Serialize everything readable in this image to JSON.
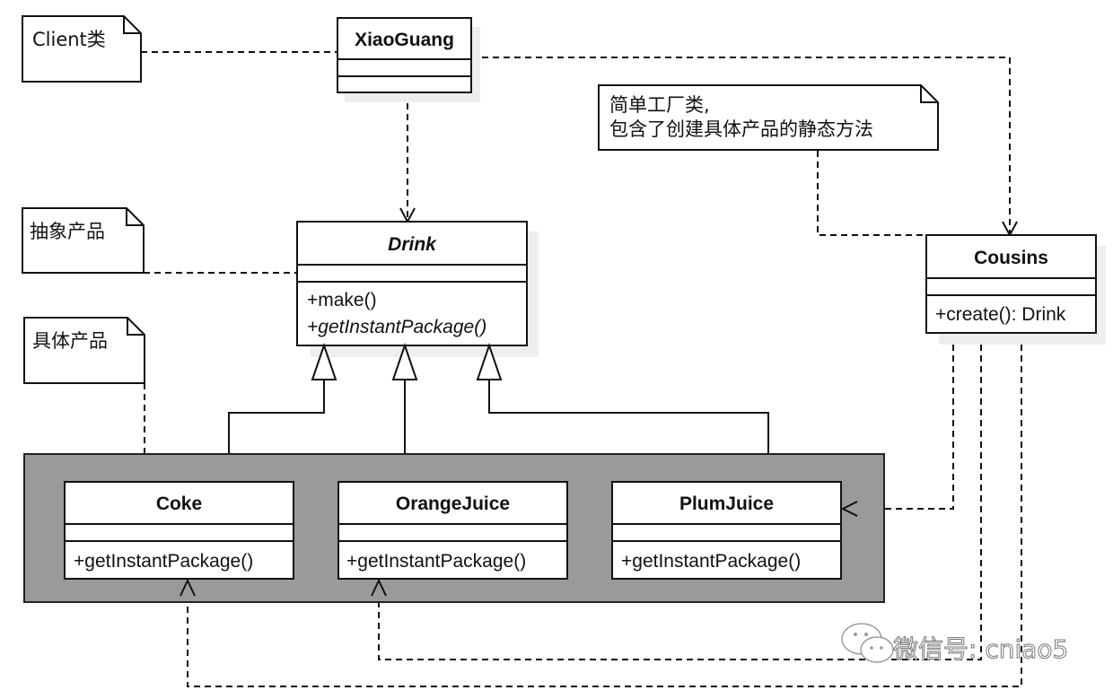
{
  "diagram": {
    "type": "uml-class-diagram",
    "colors": {
      "line": "#111111",
      "box_fill": "#ffffff",
      "group_fill": "#9a9a9a",
      "shadow": "#eeeeee"
    },
    "notes": {
      "client": "Client类",
      "abstract_product": "抽象产品",
      "concrete_product": "具体产品",
      "factory_line1": "简单工厂类,",
      "factory_line2": "包含了创建具体产品的静态方法"
    },
    "classes": {
      "xiaoguang": {
        "name": "XiaoGuang",
        "operations": []
      },
      "drink": {
        "name": "Drink",
        "abstract": true,
        "operations": [
          "+make()",
          "+getInstantPackage()"
        ]
      },
      "cousins": {
        "name": "Cousins",
        "operations": [
          "+create(): Drink"
        ]
      },
      "coke": {
        "name": "Coke",
        "operations": [
          "+getInstantPackage()"
        ]
      },
      "orange_juice": {
        "name": "OrangeJuice",
        "operations": [
          "+getInstantPackage()"
        ]
      },
      "plum_juice": {
        "name": "PlumJuice",
        "operations": [
          "+getInstantPackage()"
        ]
      }
    },
    "relationships": [
      {
        "from": "XiaoGuang",
        "to": "Drink",
        "kind": "dependency"
      },
      {
        "from": "XiaoGuang",
        "to": "Cousins",
        "kind": "dependency"
      },
      {
        "from": "Coke",
        "to": "Drink",
        "kind": "generalization"
      },
      {
        "from": "OrangeJuice",
        "to": "Drink",
        "kind": "generalization"
      },
      {
        "from": "PlumJuice",
        "to": "Drink",
        "kind": "generalization"
      },
      {
        "from": "Cousins",
        "to": "PlumJuice",
        "kind": "dependency"
      },
      {
        "from": "Cousins",
        "to": "OrangeJuice",
        "kind": "dependency"
      },
      {
        "from": "Cousins",
        "to": "Coke",
        "kind": "dependency"
      }
    ],
    "watermark": {
      "icon": "wechat-icon",
      "text": "微信号: cniao5"
    }
  }
}
